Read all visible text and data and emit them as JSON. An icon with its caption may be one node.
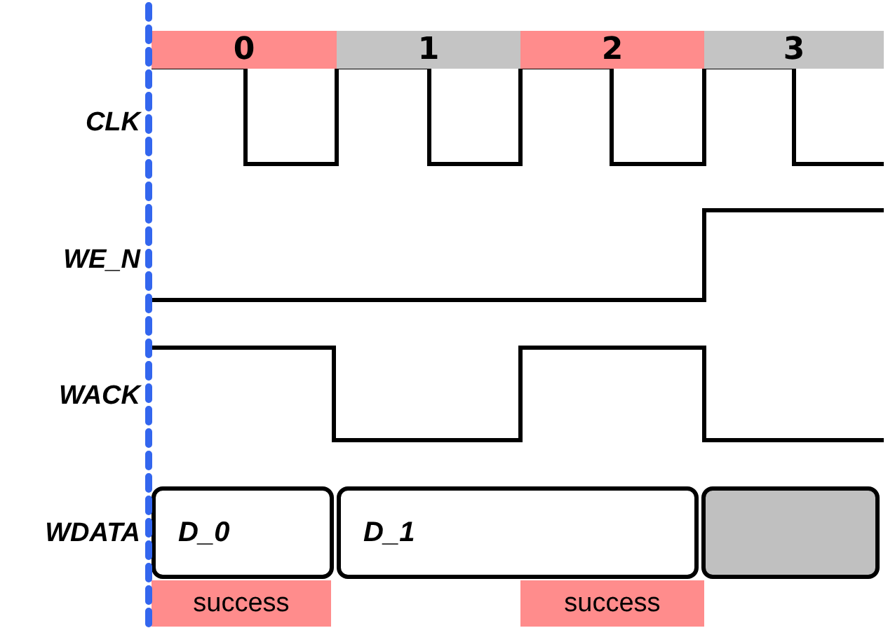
{
  "diagram": {
    "nodes": [
      {
        "text": [
          "0"
        ]
      },
      {
        "text": [
          "1"
        ]
      },
      {
        "text": [
          "2"
        ]
      },
      {
        "text": [
          "3"
        ]
      },
      {
        "text": [
          "D_0"
        ]
      },
      {
        "text": [
          "D_1"
        ]
      },
      {
        "text": [],
        "shape": "box"
      },
      {
        "text": [
          "success"
        ]
      },
      {
        "text": [
          "success"
        ]
      }
    ],
    "labels": [
      "CLK",
      "WE_N",
      "WACK",
      "WDATA"
    ]
  }
}
